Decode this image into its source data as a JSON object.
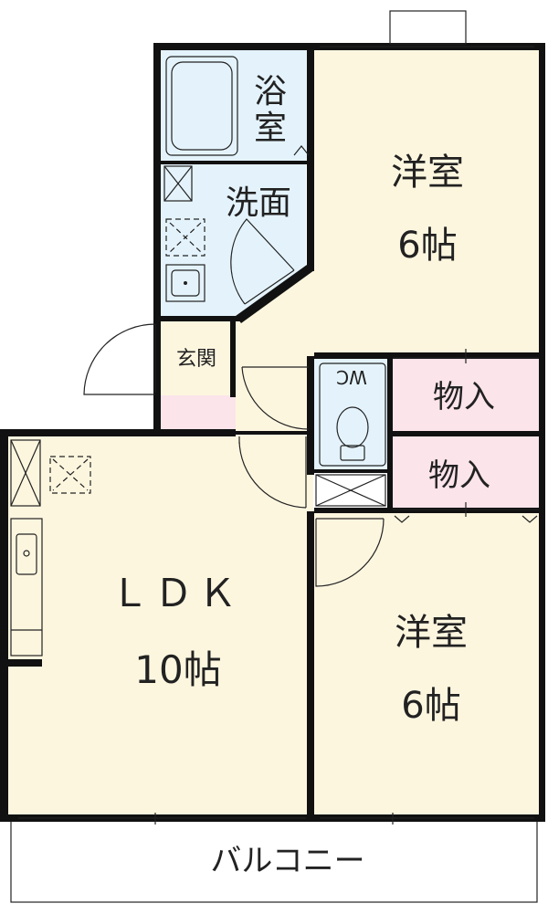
{
  "rooms": {
    "bath": {
      "label_line1": "浴",
      "label_line2": "室"
    },
    "washroom": {
      "label": "洗面"
    },
    "bedroom_north": {
      "label": "洋室",
      "size": "6帖"
    },
    "entrance": {
      "label": "玄関"
    },
    "toilet": {
      "label": "WC"
    },
    "closet_upper": {
      "label": "物入"
    },
    "closet_lower": {
      "label": "物入"
    },
    "ldk": {
      "label": "ＬＤＫ",
      "size": "10帖"
    },
    "bedroom_south": {
      "label": "洋室",
      "size": "6帖"
    },
    "balcony": {
      "label": "バルコニー"
    }
  },
  "colors": {
    "room_fill": "#fdf6df",
    "wet_fill": "#e4f3fb",
    "closet_fill": "#fbe4ea",
    "wall": "#111111",
    "balcony_fill": "#ffffff"
  }
}
